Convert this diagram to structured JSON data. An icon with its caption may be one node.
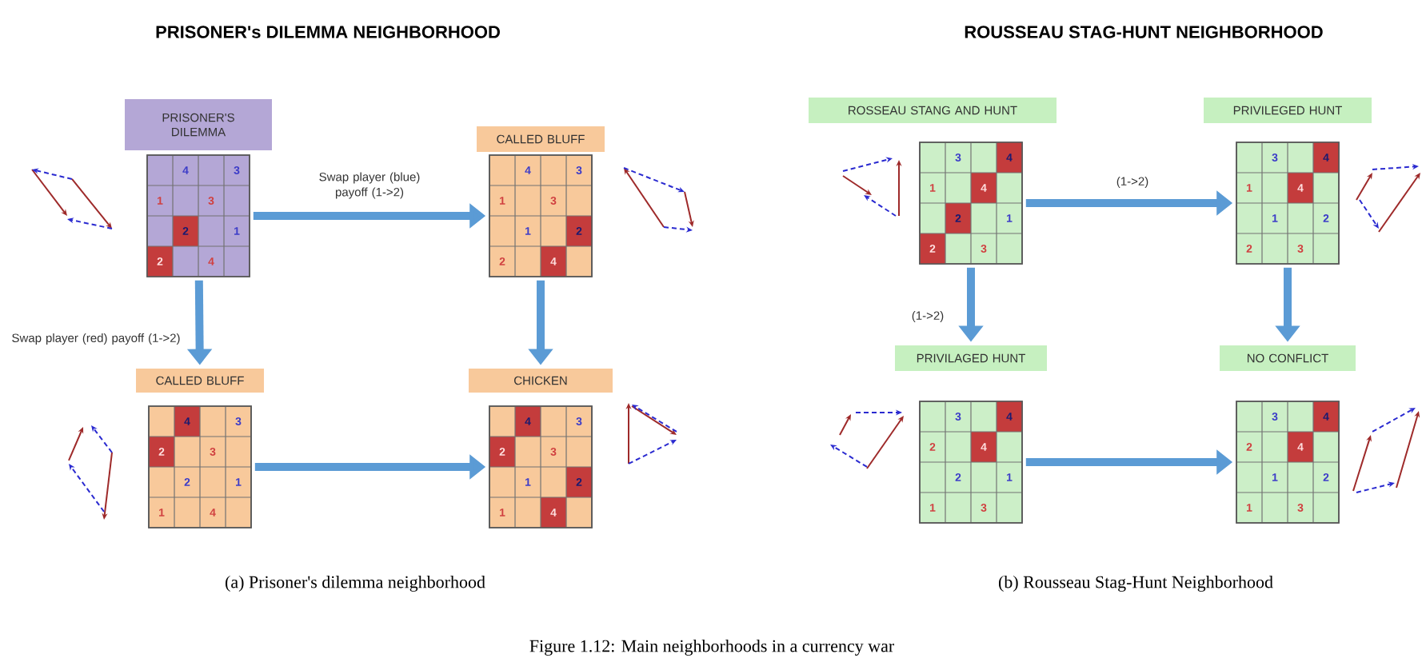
{
  "diagram": {
    "caption": "Figure 1.12: Main neighborhoods in a currency war",
    "nodes": [
      {
        "text": [
          "PRISONER'S DILEMMA"
        ]
      },
      {
        "text": [],
        "shape": "box"
      },
      {
        "text": [
          "CALLED BLUFF"
        ]
      },
      {
        "text": [],
        "shape": "box"
      },
      {
        "text": [
          "CALLED BLUFF"
        ]
      },
      {
        "text": [],
        "shape": "box"
      },
      {
        "text": [
          "CHICKEN"
        ]
      },
      {
        "text": [],
        "shape": "box"
      },
      {
        "text": [
          "ROSSEAU STANG AND HUNT"
        ]
      },
      {
        "text": [],
        "shape": "box"
      },
      {
        "text": [
          "PRIVILEGED HUNT"
        ]
      },
      {
        "text": [],
        "shape": "box"
      },
      {
        "text": [
          "PRIVILAGED HUNT"
        ]
      },
      {
        "text": [],
        "shape": "box"
      },
      {
        "text": [
          "NO CONFLICT"
        ]
      },
      {
        "text": [],
        "shape": "box"
      }
    ],
    "edges": [
      {
        "from": 1,
        "to": 3,
        "arrow": "to",
        "label": "Swap player (blue) payoff (1->2)"
      },
      {
        "from": 1,
        "to": 4,
        "arrow": "to",
        "label": "Swap player (red) payoff (1->2)"
      },
      {
        "from": 3,
        "to": 6,
        "arrow": "to"
      },
      {
        "from": 5,
        "to": 7,
        "arrow": "to"
      },
      {
        "from": 9,
        "to": 11,
        "arrow": "to",
        "label": "(1->2)"
      },
      {
        "from": 9,
        "to": 12,
        "arrow": "to",
        "label": "(1->2)"
      },
      {
        "from": 11,
        "to": 14,
        "arrow": "to"
      },
      {
        "from": 13,
        "to": 15,
        "arrow": "to"
      }
    ],
    "labels": [
      "PRISONER's DILEMMA NEIGHBORHOOD",
      "ROUSSEAU STAG-HUNT NEIGHBORHOOD",
      "4",
      "3",
      "1",
      "3",
      "2",
      "1",
      "2",
      "4",
      "4",
      "3",
      "1",
      "3",
      "1",
      "2",
      "2",
      "4",
      "4",
      "3",
      "2",
      "3",
      "2",
      "1",
      "1",
      "4",
      "4",
      "3",
      "2",
      "3",
      "1",
      "2",
      "1",
      "4",
      "3",
      "4",
      "1",
      "4",
      "2",
      "1",
      "2",
      "3",
      "3",
      "4",
      "1",
      "4",
      "1",
      "2",
      "2",
      "3",
      "3",
      "4",
      "2",
      "4",
      "2",
      "1",
      "1",
      "3",
      "3",
      "4",
      "2",
      "4",
      "1",
      "2",
      "1",
      "3",
      "(a) Prisoner's dilemma neighborhood",
      "(b) Rousseau Stag-Hunt Neighborhood"
    ]
  }
}
